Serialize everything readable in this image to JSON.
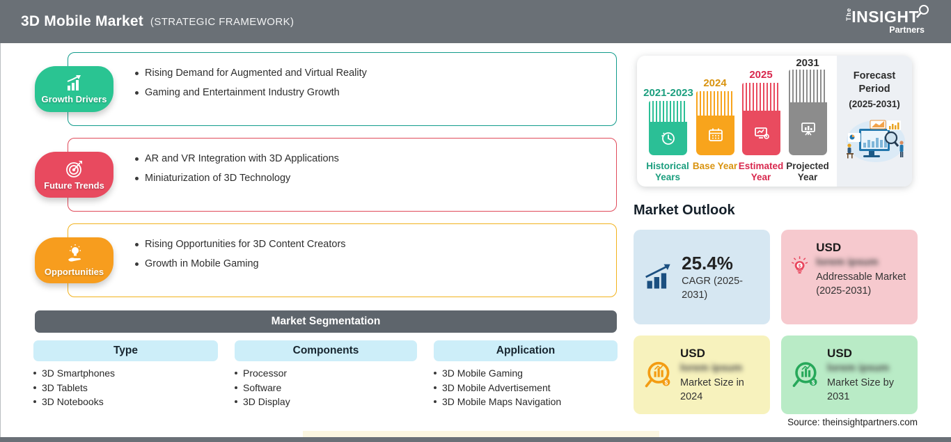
{
  "header": {
    "title": "3D Mobile Market",
    "subtitle": "(STRATEGIC FRAMEWORK)",
    "logo": {
      "the": "The",
      "insight": "INSIGHT",
      "partners": "Partners"
    }
  },
  "framework": {
    "sections": [
      {
        "label": "Growth Drivers",
        "badge_color": "#2ac492",
        "border_color": "#109b8b",
        "icon": "growth-chart-icon",
        "bullets": [
          "Rising Demand for Augmented and Virtual Reality",
          "Gaming and Entertainment Industry Growth"
        ]
      },
      {
        "label": "Future Trends",
        "badge_color": "#e84a5f",
        "border_color": "#e04a5a",
        "icon": "target-icon",
        "bullets": [
          "AR and VR Integration with 3D Applications",
          "Miniaturization of 3D Technology"
        ]
      },
      {
        "label": "Opportunities",
        "badge_color": "#f79d1e",
        "border_color": "#f2b21c",
        "icon": "bulb-hand-icon",
        "bullets": [
          "Rising Opportunities for 3D Content Creators",
          "Growth in Mobile Gaming"
        ]
      }
    ]
  },
  "segmentation": {
    "title": "Market Segmentation",
    "columns": [
      {
        "header": "Type",
        "items": [
          "3D Smartphones",
          "3D Tablets",
          "3D Notebooks"
        ]
      },
      {
        "header": "Components",
        "items": [
          "Processor",
          "Software",
          "3D Display"
        ]
      },
      {
        "header": "Application",
        "items": [
          "3D Mobile Gaming",
          "3D Mobile Advertisement",
          "3D Mobile Maps Navigation"
        ]
      }
    ]
  },
  "timeline": {
    "bars": [
      {
        "year": "2021-2023",
        "label": "Historical Years",
        "color": "#2bbf96",
        "text_color": "#1b9e7e",
        "icon": "clock-icon"
      },
      {
        "year": "2024",
        "label": "Base Year",
        "color": "#f8a41c",
        "text_color": "#d9930f",
        "icon": "calendar-icon"
      },
      {
        "year": "2025",
        "label": "Estimated Year",
        "color": "#e94b5f",
        "text_color": "#d8274d",
        "icon": "monitor-gear-icon"
      },
      {
        "year": "2031",
        "label": "Projected Year",
        "color": "#8c8c8c",
        "text_color": "#333333",
        "icon": "presentation-icon"
      }
    ],
    "forecast": {
      "title": "Forecast Period",
      "range": "(2025-2031)"
    }
  },
  "outlook": {
    "title": "Market Outlook",
    "cards": [
      {
        "value": "25.4%",
        "label": "CAGR (2025-2031)",
        "bg": "#d6e7f2",
        "icon": "bar-growth-icon"
      },
      {
        "currency": "USD",
        "value_blurred": "lorem ipsum",
        "label": "Addressable Market (2025-2031)",
        "bg": "#f6c9ce",
        "icon": "bulb-dollar-icon"
      },
      {
        "currency": "USD",
        "value_blurred": "lorem ipsum",
        "label": "Market Size in 2024",
        "bg": "#f7f2bd",
        "icon": "magnifier-chart-orange-icon"
      },
      {
        "currency": "USD",
        "value_blurred": "lorem ipsum",
        "label": "Market Size by 2031",
        "bg": "#b9ebc6",
        "icon": "magnifier-chart-green-icon"
      }
    ],
    "source": "Source: theinsightpartners.com"
  }
}
